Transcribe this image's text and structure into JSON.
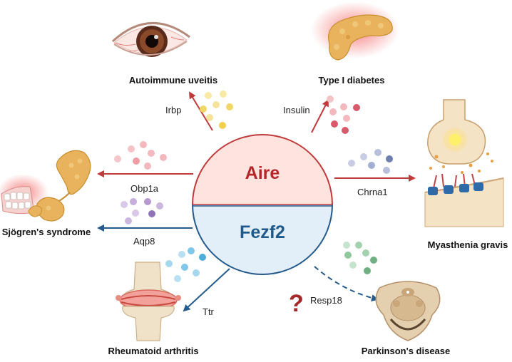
{
  "center": {
    "top_gene": "Aire",
    "bottom_gene": "Fezf2",
    "top_color": "#b5262b",
    "bottom_color": "#1f5a8a"
  },
  "diseases": {
    "uveitis": "Autoimmune uveitis",
    "diabetes": "Type I diabetes",
    "sjogren": "Sjögren's syndrome",
    "myasthenia": "Myasthenia gravis",
    "arthritis": "Rheumatoid arthritis",
    "parkinson": "Parkinson's disease"
  },
  "antigens": {
    "irbp": "Irbp",
    "insulin": "Insulin",
    "obp1a": "Obp1a",
    "chrna1": "Chrna1",
    "aqp8": "Aqp8",
    "ttr": "Ttr",
    "resp18": "Resp18"
  },
  "uncertain_mark": "?",
  "colors": {
    "aire_arrow": "#c0393b",
    "fezf2_arrow": "#245b8c",
    "question": "#a4282a"
  },
  "icons": {
    "uveitis": "eye-icon",
    "diabetes": "pancreas-icon",
    "sjogren": "salivary-gland-icon",
    "myasthenia": "synapse-icon",
    "arthritis": "knee-joint-icon",
    "parkinson": "brainstem-icon"
  }
}
